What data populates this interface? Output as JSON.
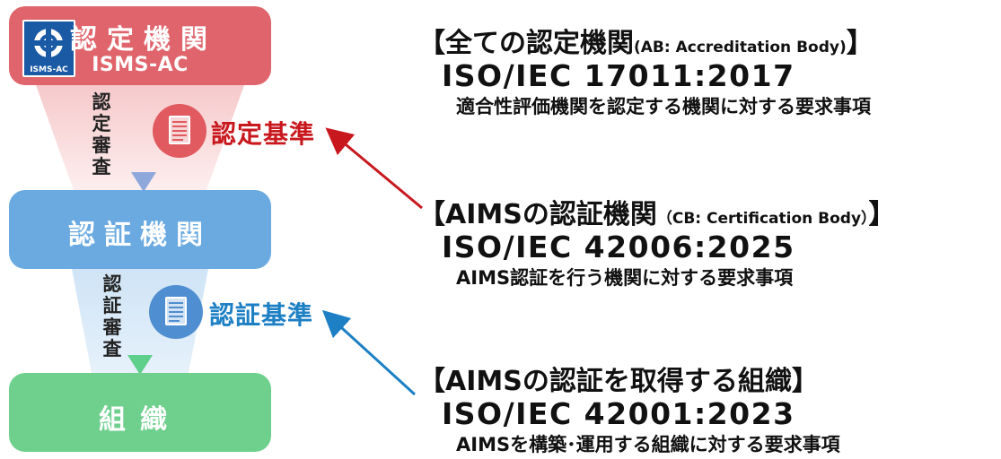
{
  "bodies": {
    "accreditation": {
      "title": "認定機関",
      "subtitle": "ISMS-AC",
      "logo_text": "ISMS-AC",
      "color": "#e0646b"
    },
    "certification": {
      "title": "認証機関",
      "color": "#6aaae1"
    },
    "organization": {
      "title": "組織",
      "color": "#6fd08e"
    }
  },
  "flows": {
    "accreditation_audit": [
      "認",
      "定",
      "審",
      "査"
    ],
    "certification_audit": [
      "認",
      "証",
      "審",
      "査"
    ]
  },
  "criteria": {
    "accreditation": {
      "label": "認定基準",
      "color": "#c8181e",
      "icon": "document-icon"
    },
    "certification": {
      "label": "認証基準",
      "color": "#1d7fc4",
      "icon": "document-icon"
    }
  },
  "standards": {
    "ab": {
      "heading": "【全ての認定機関",
      "heading_paren": "(AB: Accreditation Body)",
      "heading_close": "】",
      "standard": "ISO/IEC 17011:2017",
      "description": "適合性評価機関を認定する機関に対する要求事項"
    },
    "cb": {
      "heading": "【AIMSの認証機関",
      "heading_paren": "（CB: Certification Body）",
      "heading_close": "】",
      "standard": "ISO/IEC 42006:2025",
      "description": "AIMS認証を行う機関に対する要求事項"
    },
    "org": {
      "heading": "【AIMSの認証を取得する組織】",
      "standard": "ISO/IEC 42001:2023",
      "description": "AIMSを構築･運用する組織に対する要求事項"
    }
  }
}
